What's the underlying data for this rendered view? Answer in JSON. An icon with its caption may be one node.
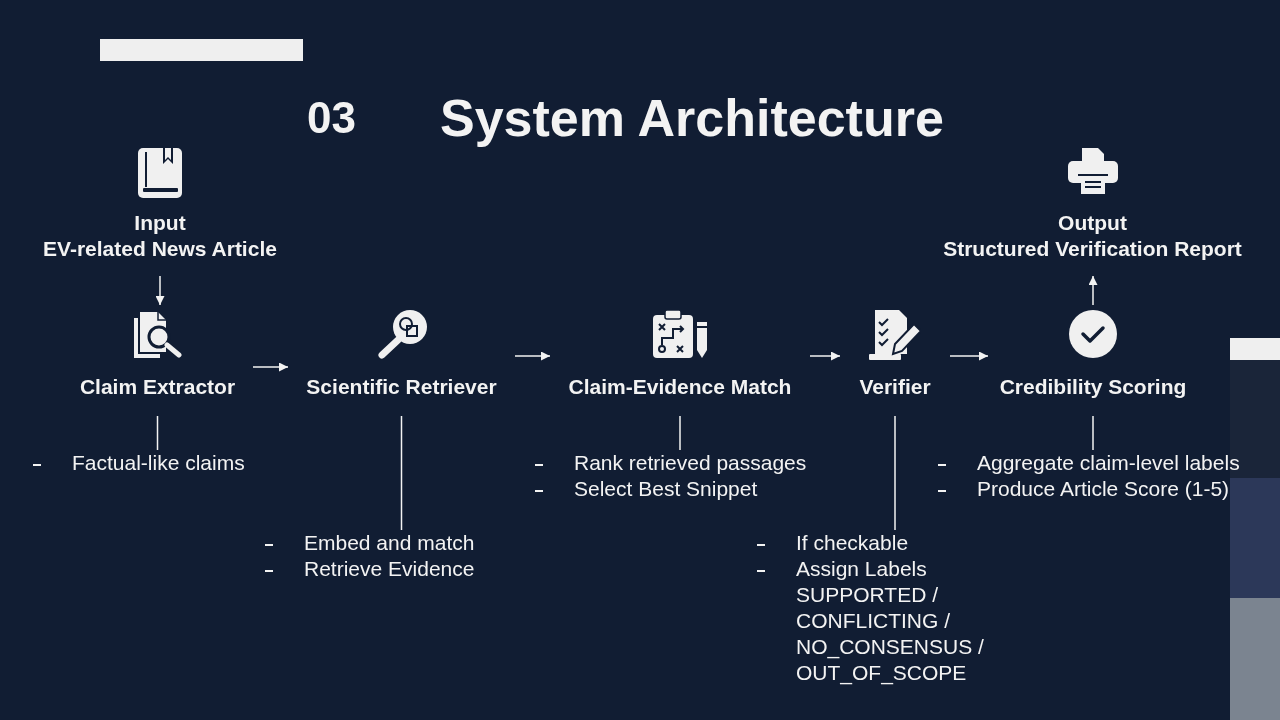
{
  "diagram": {
    "title": "System Architecture",
    "nodes": [
      {
        "text": [
          "Input",
          "EV-related News Article"
        ]
      },
      {
        "text": [
          "Claim Extractor"
        ]
      },
      {
        "text": [
          "Scientific Retriever"
        ]
      },
      {
        "text": [
          "Claim-Evidence Match"
        ]
      },
      {
        "text": [
          "Verifier"
        ]
      },
      {
        "text": [
          "Credibility Scoring"
        ]
      },
      {
        "text": [
          "Output",
          "Structured Verification Report"
        ]
      },
      {
        "text": [
          "Factual-like claims"
        ]
      },
      {
        "text": [
          "Embed and match",
          "Retrieve Evidence"
        ]
      },
      {
        "text": [
          "Rank retrieved passages",
          "Select Best Snippet"
        ]
      },
      {
        "text": [
          "If checkable",
          "Assign Labels SUPPORTED / CONFLICTING / NO_CONSENSUS / OUT_OF_SCOPE"
        ]
      },
      {
        "text": [
          "Aggregate claim-level labels",
          "Produce Article Score (1-5)"
        ]
      }
    ],
    "edges": [
      {
        "from": 0,
        "to": 1,
        "arrow": "to"
      },
      {
        "from": 1,
        "to": 2,
        "arrow": "to"
      },
      {
        "from": 2,
        "to": 3,
        "arrow": "to"
      },
      {
        "from": 3,
        "to": 4,
        "arrow": "to"
      },
      {
        "from": 4,
        "to": 5,
        "arrow": "to"
      },
      {
        "from": 5,
        "to": 6,
        "arrow": "to"
      },
      {
        "from": 1,
        "to": 7,
        "arrow": "none"
      },
      {
        "from": 2,
        "to": 8,
        "arrow": "none"
      },
      {
        "from": 3,
        "to": 9,
        "arrow": "none"
      },
      {
        "from": 4,
        "to": 10,
        "arrow": "none"
      },
      {
        "from": 5,
        "to": 11,
        "arrow": "none"
      }
    ],
    "labels": [
      "03"
    ]
  }
}
